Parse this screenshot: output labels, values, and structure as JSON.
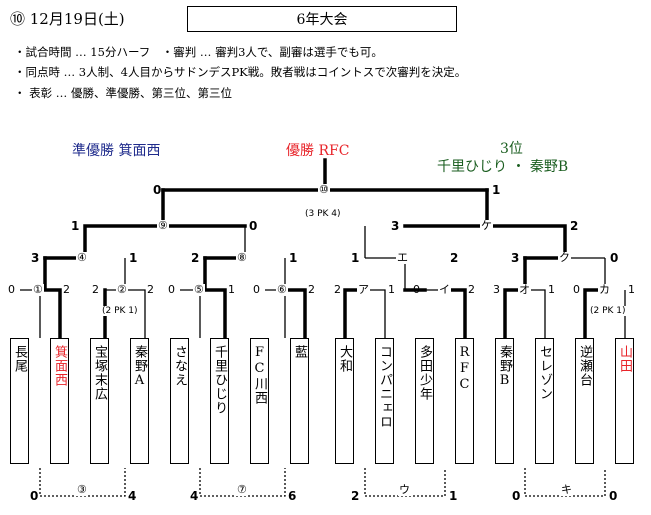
{
  "header": {
    "number": "⑩ 12月19日(土)",
    "title": "6年大会"
  },
  "rules": [
    "・試合時間 … 15分ハーフ　・審判 … 審判3人で、副審は選手でも可。",
    "・同点時 … 3人制、4人目からサドンデスPK戦。敗者戦はコイントスで次審判を決定。",
    "・ 表彰 … 優勝、準優勝、第三位、第三位"
  ],
  "results": {
    "runner_up": "準優勝 箕面西",
    "winner": "優勝 RFC",
    "third_label": "3位",
    "third_teams": "千里ひじり ・ 秦野B"
  },
  "colors": {
    "runner_up": "#1f2b8c",
    "winner": "#e8242a",
    "third": "#1b5e20",
    "highlight_team": "#e8242a"
  },
  "teams": [
    "長尾",
    "箕面西",
    "宝塚末広",
    "秦野A",
    "さなえ",
    "千里ひじり",
    "FC川西",
    "藍",
    "大和",
    "コンパニェロ",
    "多田少年",
    "RFC",
    "秦野B",
    "セレゾン",
    "逆瀬台",
    "山田"
  ],
  "match_labels": {
    "m1": "①",
    "m2": "②",
    "m3": "③",
    "m4": "④",
    "m5": "⑤",
    "m6": "⑥",
    "m7": "⑦",
    "m8": "⑧",
    "m9": "⑨",
    "m10": "⑩",
    "a": "ア",
    "i": "イ",
    "u": "ウ",
    "e": "エ",
    "o": "オ",
    "ka": "カ",
    "ki": "キ",
    "ku": "ク",
    "ke": "ケ"
  },
  "pk_notes": {
    "m2": "(2 PK 1)",
    "final": "(3 PK 4)",
    "ka": "(2 PK 1)"
  },
  "scores": {
    "final_l": "0",
    "final_r": "1",
    "m9_l": "1",
    "m9_r": "0",
    "ke_l": "3",
    "ke_r": "2",
    "m4_l": "3",
    "m4_r": "1",
    "m8_l": "2",
    "m8_r": "1",
    "e_l": "1",
    "e_r": "2",
    "ku_l": "3",
    "ku_r": "0",
    "m1_l": "0",
    "m1_r": "2",
    "m2_l": "2",
    "m2_r": "2",
    "m5_l": "0",
    "m5_r": "1",
    "m6_l": "0",
    "m6_r": "2",
    "a_l": "2",
    "a_r": "1",
    "i_l": "0",
    "i_r": "2",
    "o_l": "3",
    "o_r": "1",
    "ka_l": "0",
    "ka_r": "1",
    "m3_l": "0",
    "m3_r": "4",
    "m7_l": "4",
    "m7_r": "6",
    "u_l": "2",
    "u_r": "1",
    "ki_l": "0",
    "ki_r": "0"
  }
}
